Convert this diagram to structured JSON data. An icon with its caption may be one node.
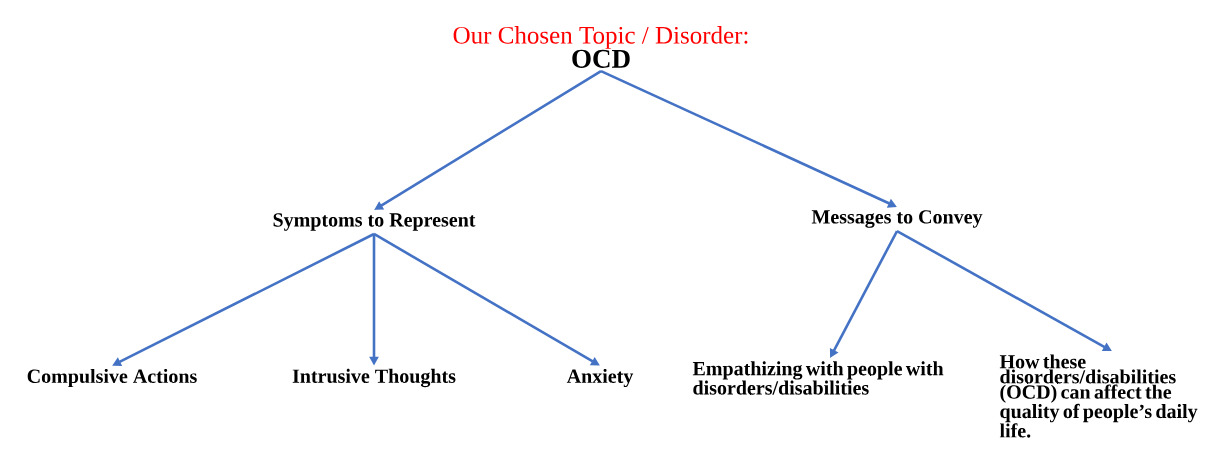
{
  "diagram": {
    "nodes": [
      {
        "text": [
          "Our Chosen Topic / Disorder:",
          "OCD"
        ]
      },
      {
        "text": [
          "Symptoms to Represent"
        ]
      },
      {
        "text": [
          "Messages to Convey"
        ]
      },
      {
        "text": [
          "Compulsive Actions"
        ]
      },
      {
        "text": [
          "Intrusive Thoughts"
        ]
      },
      {
        "text": [
          "Anxiety"
        ]
      },
      {
        "text": [
          "Empathizing with people with disorders/disabilities"
        ]
      },
      {
        "text": [
          "How these disorders/disabilities (OCD) can affect the quality of people’s daily life."
        ]
      }
    ],
    "edges": [
      {
        "from": 0,
        "to": 1,
        "arrow": "to"
      },
      {
        "from": 0,
        "to": 2,
        "arrow": "to"
      },
      {
        "from": 1,
        "to": 3,
        "arrow": "to"
      },
      {
        "from": 1,
        "to": 4,
        "arrow": "to"
      },
      {
        "from": 1,
        "to": 5,
        "arrow": "to"
      },
      {
        "from": 2,
        "to": 6,
        "arrow": "to"
      },
      {
        "from": 2,
        "to": 7,
        "arrow": "to"
      }
    ]
  }
}
